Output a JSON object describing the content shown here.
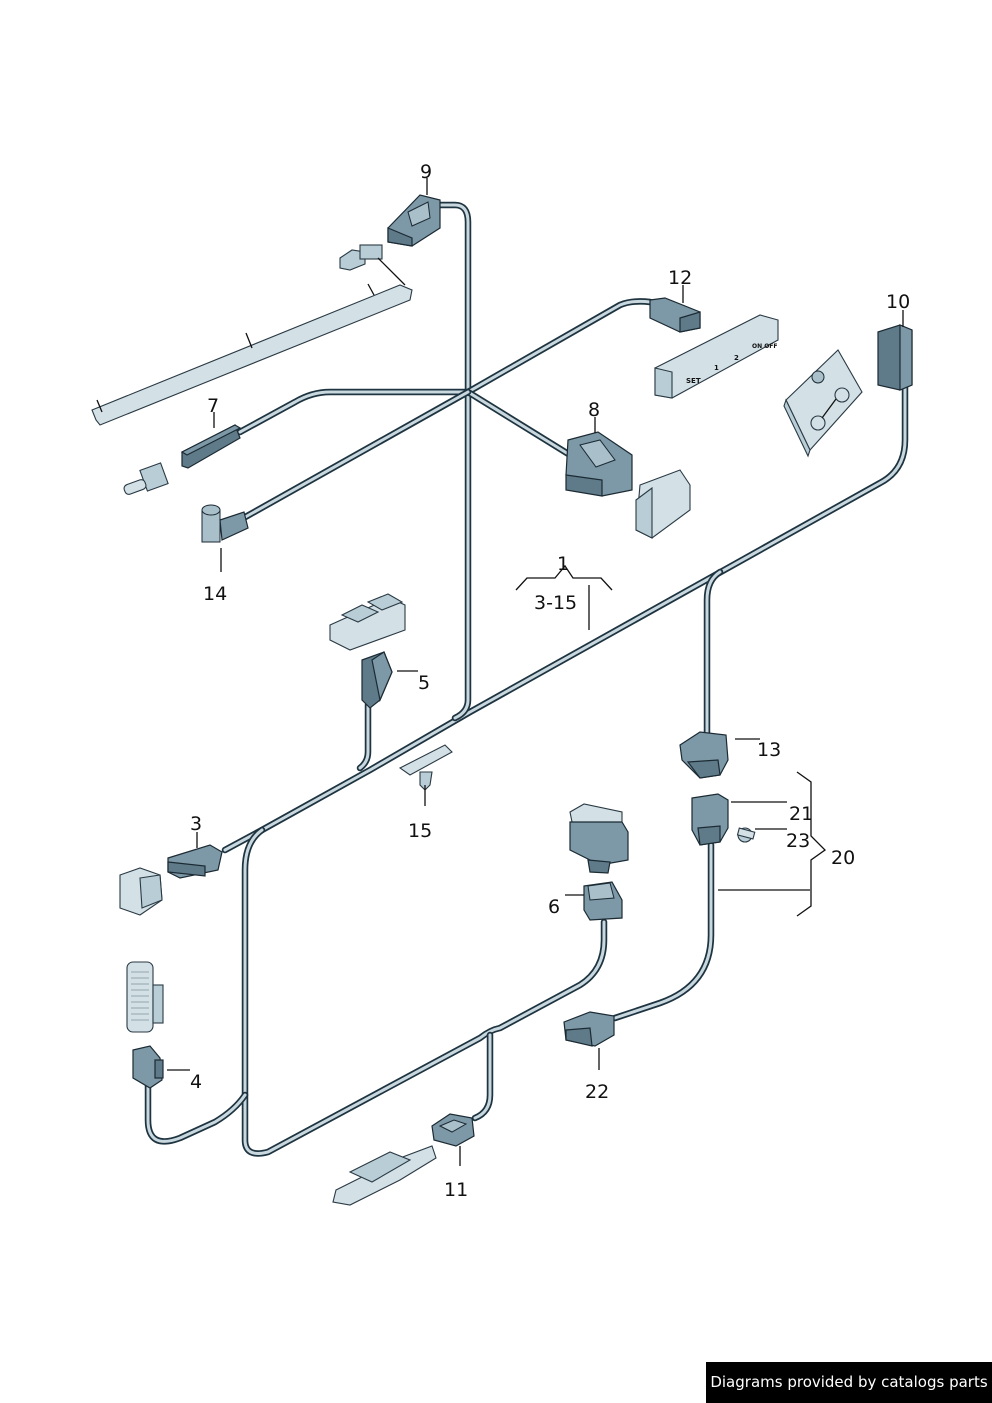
{
  "diagram": {
    "title": "Wiring harness exploded view",
    "callouts": {
      "c1": "1",
      "c3_15": "3-15",
      "c3": "3",
      "c4": "4",
      "c5": "5",
      "c6": "6",
      "c7": "7",
      "c8": "8",
      "c9": "9",
      "c10": "10",
      "c11": "11",
      "c12": "12",
      "c13": "13",
      "c14": "14",
      "c15": "15",
      "c20": "20",
      "c21": "21",
      "c22": "22",
      "c23": "23"
    },
    "switch_labels": {
      "memory_set": "SET",
      "memory_1": "1",
      "memory_2": "2",
      "memory_off": "ON OFF"
    },
    "colors": {
      "wire_outline": "#1e3440",
      "wire_core": "#c9d8df",
      "connector": "#7d98a6",
      "component": "#d3e0e6"
    }
  },
  "footer": {
    "credit": "Diagrams provided by catalogs parts"
  }
}
